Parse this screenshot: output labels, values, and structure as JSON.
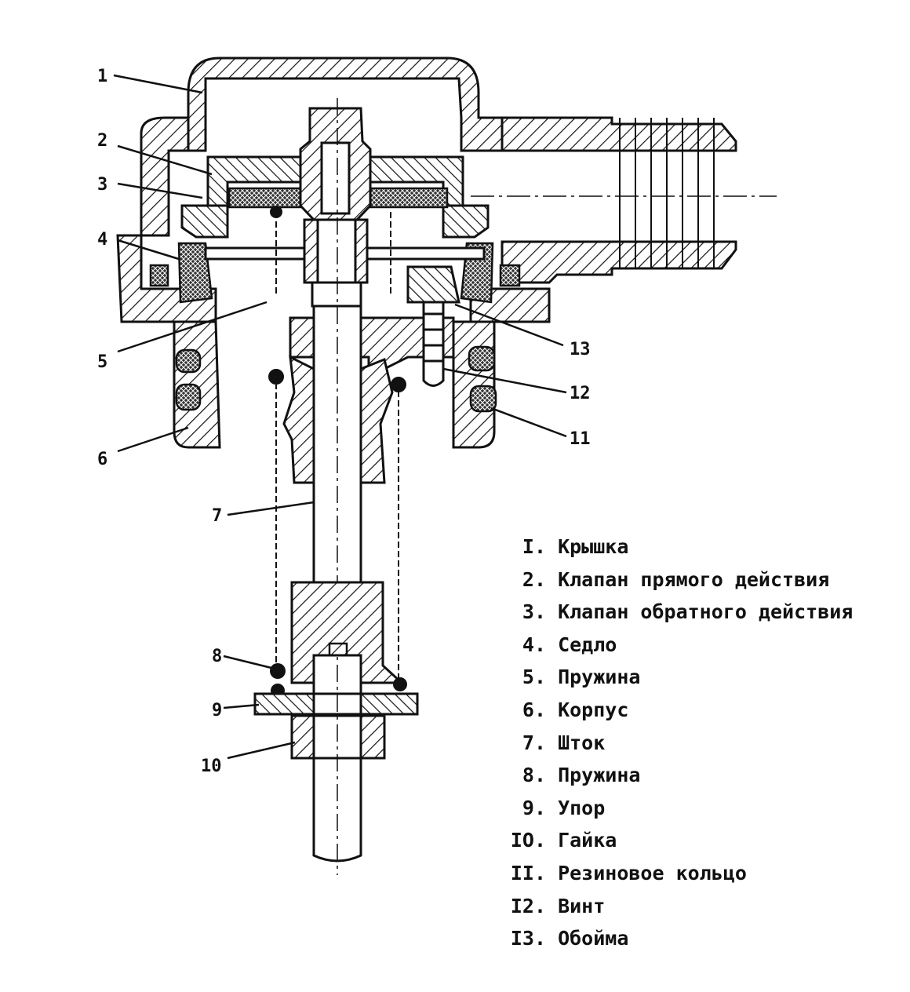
{
  "callouts": [
    "1",
    "2",
    "3",
    "4",
    "5",
    "6",
    "7",
    "8",
    "9",
    "10",
    "11",
    "12",
    "13"
  ],
  "legend": [
    {
      "n": "I.",
      "text": "Крышка"
    },
    {
      "n": "2.",
      "text": "Клапан прямого действия"
    },
    {
      "n": "3.",
      "text": "Клапан обратного действия"
    },
    {
      "n": "4.",
      "text": "Седло"
    },
    {
      "n": "5.",
      "text": "Пружина"
    },
    {
      "n": "6.",
      "text": "Корпус"
    },
    {
      "n": "7.",
      "text": "Шток"
    },
    {
      "n": "8.",
      "text": "Пружина"
    },
    {
      "n": "9.",
      "text": "Упор"
    },
    {
      "n": "IO.",
      "text": "Гайка"
    },
    {
      "n": "II.",
      "text": "Резиновое кольцо"
    },
    {
      "n": "I2.",
      "text": "Винт"
    },
    {
      "n": "I3.",
      "text": "Обойма"
    }
  ]
}
